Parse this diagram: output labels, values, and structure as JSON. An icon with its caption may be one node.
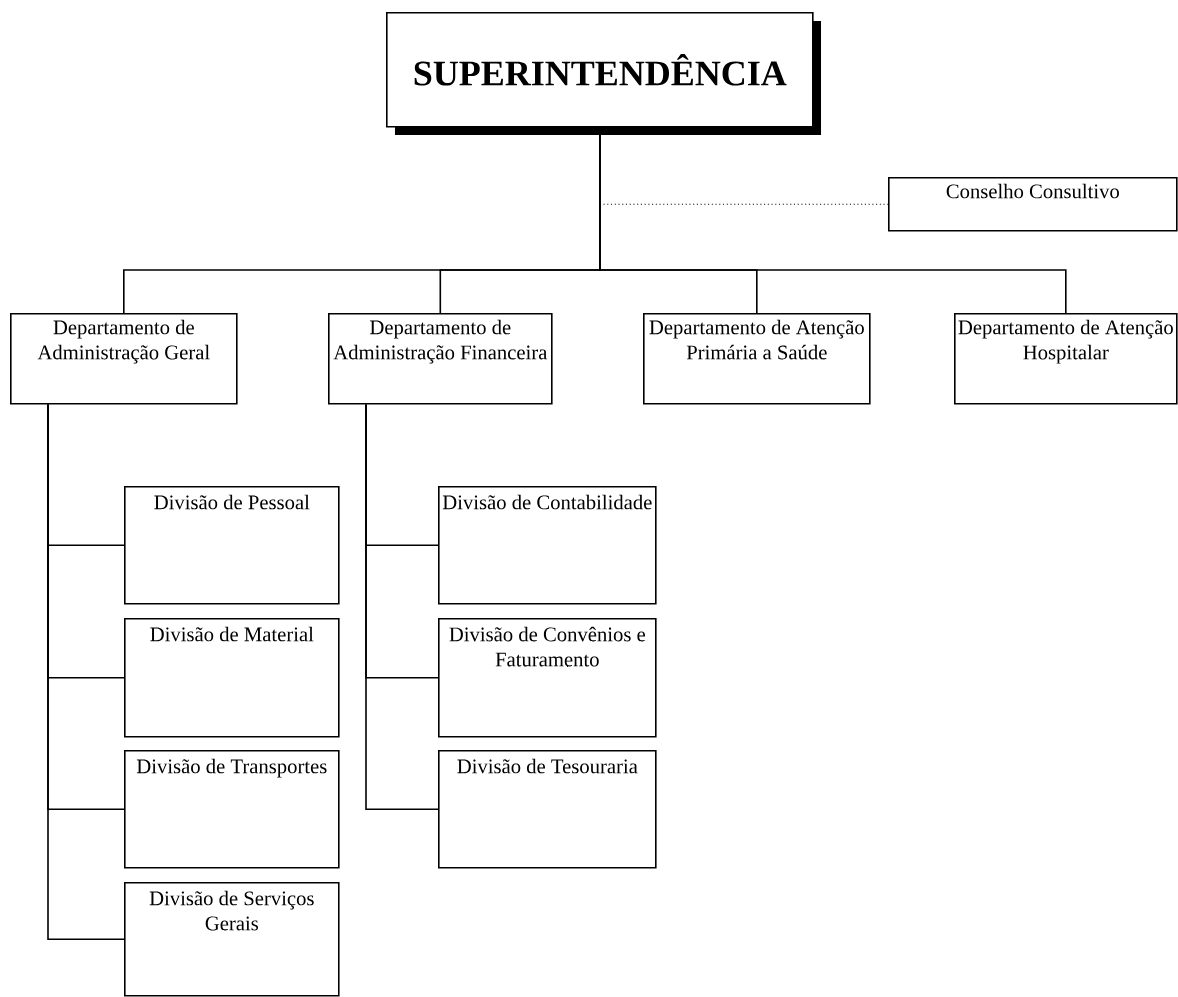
{
  "diagram": {
    "nodes": [
      {
        "text": [
          "SUPERINTENDÊNCIA"
        ]
      },
      {
        "text": [
          "Conselho Consultivo"
        ]
      },
      {
        "text": [
          "Departamento de Administração Geral"
        ]
      },
      {
        "text": [
          "Departamento de Administração Financeira"
        ]
      },
      {
        "text": [
          "Departamento de Atenção Primária a Saúde"
        ]
      },
      {
        "text": [
          "Departamento de Atenção Hospitalar"
        ]
      },
      {
        "text": [
          "Divisão de Pessoal"
        ]
      },
      {
        "text": [
          "Divisão de Material"
        ]
      },
      {
        "text": [
          "Divisão de Transportes"
        ]
      },
      {
        "text": [
          "Divisão de Serviços Gerais"
        ]
      },
      {
        "text": [
          "Divisão de Contabilidade"
        ]
      },
      {
        "text": [
          "Divisão de Convênios e Faturamento"
        ]
      },
      {
        "text": [
          "Divisão de Tesouraria"
        ]
      }
    ],
    "edges": [
      {
        "from": 0,
        "to": 1,
        "arrow": "none",
        "style": "dashed"
      },
      {
        "from": 0,
        "to": 2,
        "arrow": "none"
      },
      {
        "from": 0,
        "to": 3,
        "arrow": "none"
      },
      {
        "from": 0,
        "to": 4,
        "arrow": "none"
      },
      {
        "from": 0,
        "to": 5,
        "arrow": "none"
      },
      {
        "from": 2,
        "to": 6,
        "arrow": "none"
      },
      {
        "from": 2,
        "to": 7,
        "arrow": "none"
      },
      {
        "from": 2,
        "to": 8,
        "arrow": "none"
      },
      {
        "from": 2,
        "to": 9,
        "arrow": "none"
      },
      {
        "from": 3,
        "to": 10,
        "arrow": "none"
      },
      {
        "from": 3,
        "to": 11,
        "arrow": "none"
      },
      {
        "from": 3,
        "to": 12,
        "arrow": "none"
      }
    ]
  }
}
